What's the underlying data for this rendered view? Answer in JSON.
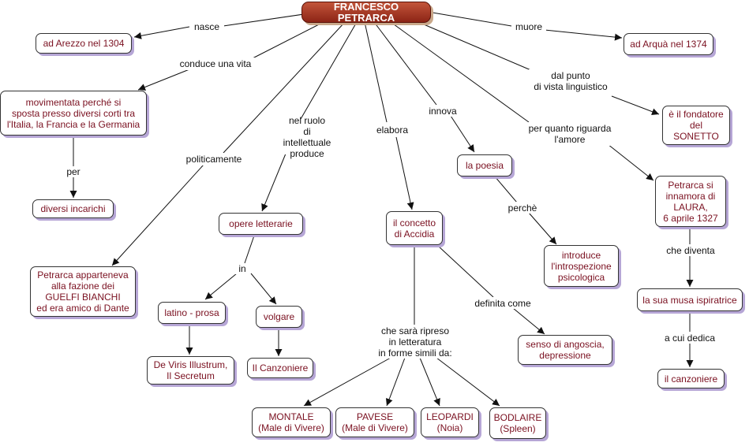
{
  "root": "FRANCESCO PETRARCA",
  "nodes": {
    "arezzo": "ad Arezzo nel 1304",
    "arqua": "ad Arquà nel 1374",
    "movimentata": "movimentata perché si\nsposta presso diversi corti tra\nl'Italia, la Francia e la Germania",
    "incarichi": "diversi incarichi",
    "guelfi": "Petrarca apparteneva\nalla fazione dei\nGUELFI BIANCHI\ned era amico di Dante",
    "opere": "opere letterarie",
    "latino": "latino - prosa",
    "volgare": "volgare",
    "viris": "De Viris Illustrum,\nIl Secretum",
    "canzoniere_cap": "Il Canzoniere",
    "accidia": "il concetto\ndi Accidia",
    "angoscia": "senso di angoscia,\ndepressione",
    "montale": "MONTALE\n(Male di Vivere)",
    "pavese": "PAVESE\n(Male di Vivere)",
    "leopardi": "LEOPARDI\n(Noia)",
    "bodlaire": "BODLAIRE\n(Spleen)",
    "poesia": "la poesia",
    "introspezione": "introduce\nl'introspezione\npsicologica",
    "sonetto": "è il fondatore\ndel\nSONETTO",
    "laura": "Petrarca si\ninnamora di\nLAURA,\n6 aprile 1327",
    "musa": "la sua musa ispiratrice",
    "canzoniere": "il canzoniere"
  },
  "labels": {
    "nasce": "nasce",
    "muore": "muore",
    "conduce": "conduce una vita",
    "per": "per",
    "politicamente": "politicamente",
    "ruolo": "nel ruolo\ndi intellettuale\nproduce",
    "in": "in",
    "elabora": "elabora",
    "ripreso": "che sarà ripreso\nin letteratura\nin forme simili da:",
    "definita": "definita come",
    "innova": "innova",
    "perche": "perchè",
    "linguistico": "dal punto\ndi vista linguistico",
    "amore": "per quanto riguarda\nl'amore",
    "diventa": "che diventa",
    "dedica": "a cui dedica"
  },
  "colors": {
    "node_text": "#7a1020",
    "node_shadow": "#b6a6d6",
    "root_fill": "#a83a24",
    "line": "#111111"
  }
}
